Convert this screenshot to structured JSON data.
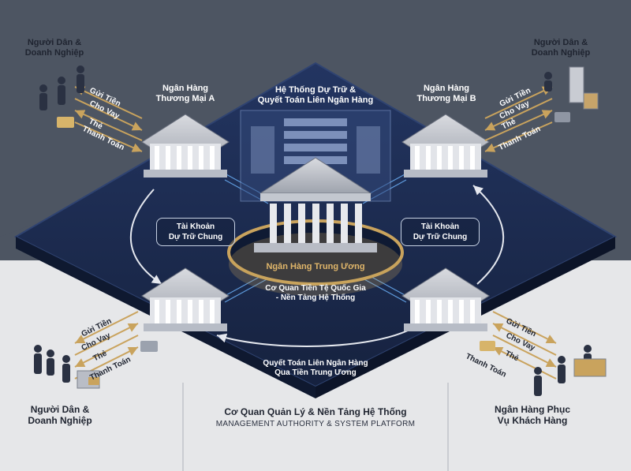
{
  "colors": {
    "top_background": "#4d5562",
    "bottom_background": "#e6e7e9",
    "platform_navy": "#1b2a4e",
    "accent_gold": "#c9a35d",
    "arrow_gold": "#b08a45"
  },
  "parties": {
    "top_left": [
      "Người Dân &",
      "Doanh Nghiệp"
    ],
    "top_right": [
      "Người Dân &",
      "Doanh Nghiệp"
    ],
    "bottom_left": [
      "Người Dân &",
      "Doanh Nghiệp"
    ],
    "bottom_right": [
      "Ngân Hàng Phục Vụ Khách Hàng"
    ]
  },
  "banks": {
    "bank_a": [
      "Ngân Hàng",
      "Thương Mại A"
    ],
    "bank_b": [
      "Ngân Hàng",
      "Thương Mại B"
    ]
  },
  "flows": {
    "top_left": [
      "Gửi Tiền",
      "Cho Vay",
      "Thẻ",
      "Thanh Toán"
    ],
    "top_right": [
      "Gửi Tiền",
      "Cho Vay",
      "Thẻ",
      "Thanh Toán"
    ],
    "bottom_left": [
      "Gửi Tiền",
      "Cho Vay",
      "Thẻ",
      "Thanh Toán"
    ],
    "bottom_right": [
      "Gửi Tiền",
      "Cho Vay",
      "Thẻ",
      "Thanh Toán"
    ]
  },
  "center": {
    "system_title": [
      "Hệ Thống Dự Trữ &",
      "Quyết Toán Liên Ngân Hàng"
    ],
    "central_bank": "Ngân Hàng Trung Ương",
    "central_sub": [
      "Cơ Quan Tiền Tệ Quốc Gia",
      "- Nền Tảng Hệ Thống"
    ],
    "reserve_left": [
      "Tài Khoản",
      "Dự Trữ Chung"
    ],
    "reserve_right": [
      "Tài Khoản",
      "Dự Trữ Chung"
    ],
    "settlement": [
      "Quyết Toán Liên Ngân Hàng",
      "Qua Tiền Trung Ương"
    ]
  },
  "footer": {
    "title": "Cơ Quan Quản Lý & Nền Tảng Hệ Thống",
    "subtitle": "Management Authority & System Platform"
  },
  "icons": [
    "bank-building-icon",
    "person-icon",
    "card-icon",
    "office-building-icon",
    "cash-icon"
  ]
}
